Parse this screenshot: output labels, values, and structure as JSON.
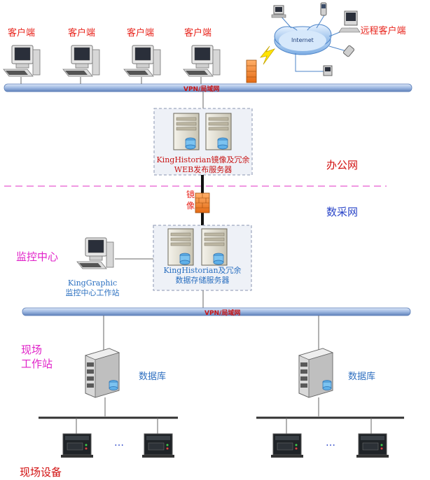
{
  "clients": [
    "客户端",
    "客户端",
    "客户端",
    "客户端"
  ],
  "remote_client": "远程客户端",
  "internet_label": "Internet",
  "office_bus_label": "VPN/局域网",
  "collection_bus_label": "VPN/局域网",
  "web_server": {
    "line1": "KingHistorian镜像及冗余",
    "line2": "WEB发布服务器"
  },
  "mirror_label": "镜像",
  "zones": {
    "office_network": "办公网",
    "data_network": "数采网",
    "monitor_center": "监控中心",
    "field_station": "现场\n工作站",
    "field_device": "现场设备"
  },
  "storage_server": {
    "line1": "KingHistorian及冗余",
    "line2": "数据存储服务器"
  },
  "workstation": {
    "line1": "KingGraphic",
    "line2": "监控中心工作站"
  },
  "database_label": "数据库",
  "ellipsis": "…",
  "colors": {
    "bus": "#8aa8d6",
    "dash": "#e85ad0",
    "accent_red": "#d21010",
    "accent_magenta": "#e020c8",
    "accent_blue": "#2a45c8"
  }
}
